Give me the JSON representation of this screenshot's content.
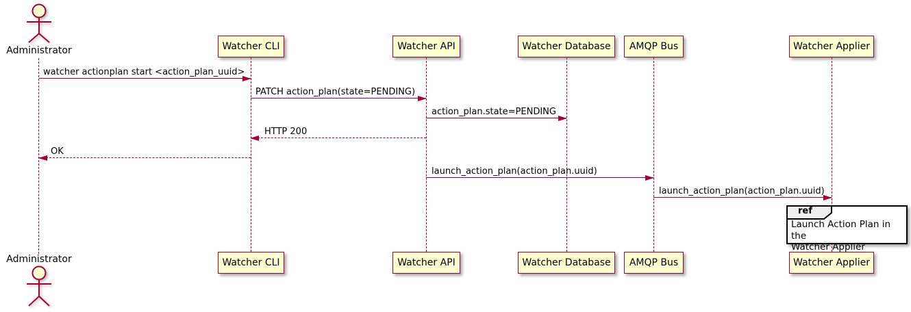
{
  "diagram": {
    "type": "uml-sequence",
    "background": "#FFFFFF",
    "colors": {
      "participant_fill": "#FEFECE",
      "participant_border": "#A80036",
      "lifeline": "#A80036",
      "arrow": "#A80036",
      "text": "#000000",
      "ref_fill": "#FFFFFF",
      "ref_border": "#000000",
      "ref_header_fill": "#EEEEEE"
    }
  },
  "participants": [
    {
      "name": "Administrator",
      "kind": "actor"
    },
    {
      "name": "Watcher CLI",
      "kind": "participant"
    },
    {
      "name": "Watcher API",
      "kind": "participant"
    },
    {
      "name": "Watcher Database",
      "kind": "participant"
    },
    {
      "name": "AMQP Bus",
      "kind": "participant"
    },
    {
      "name": "Watcher Applier",
      "kind": "participant"
    }
  ],
  "messages": [
    {
      "from": "Administrator",
      "to": "Watcher CLI",
      "label": "watcher actionplan start <action_plan_uuid>",
      "line": "solid",
      "direction": "right"
    },
    {
      "from": "Watcher CLI",
      "to": "Watcher API",
      "label": "PATCH action_plan(state=PENDING)",
      "line": "solid",
      "direction": "right"
    },
    {
      "from": "Watcher API",
      "to": "Watcher Database",
      "label": "action_plan.state=PENDING",
      "line": "solid",
      "direction": "right"
    },
    {
      "from": "Watcher API",
      "to": "Watcher CLI",
      "label": "HTTP 200",
      "line": "dashed",
      "direction": "left"
    },
    {
      "from": "Watcher CLI",
      "to": "Administrator",
      "label": "OK",
      "line": "dashed",
      "direction": "left"
    },
    {
      "from": "Watcher API",
      "to": "AMQP Bus",
      "label": "launch_action_plan(action_plan.uuid)",
      "line": "solid",
      "direction": "right"
    },
    {
      "from": "AMQP Bus",
      "to": "Watcher Applier",
      "label": "launch_action_plan(action_plan.uuid)",
      "line": "solid",
      "direction": "right"
    }
  ],
  "ref": {
    "keyword": "ref",
    "line1": "Launch Action Plan in the",
    "line2": "Watcher Applier"
  }
}
